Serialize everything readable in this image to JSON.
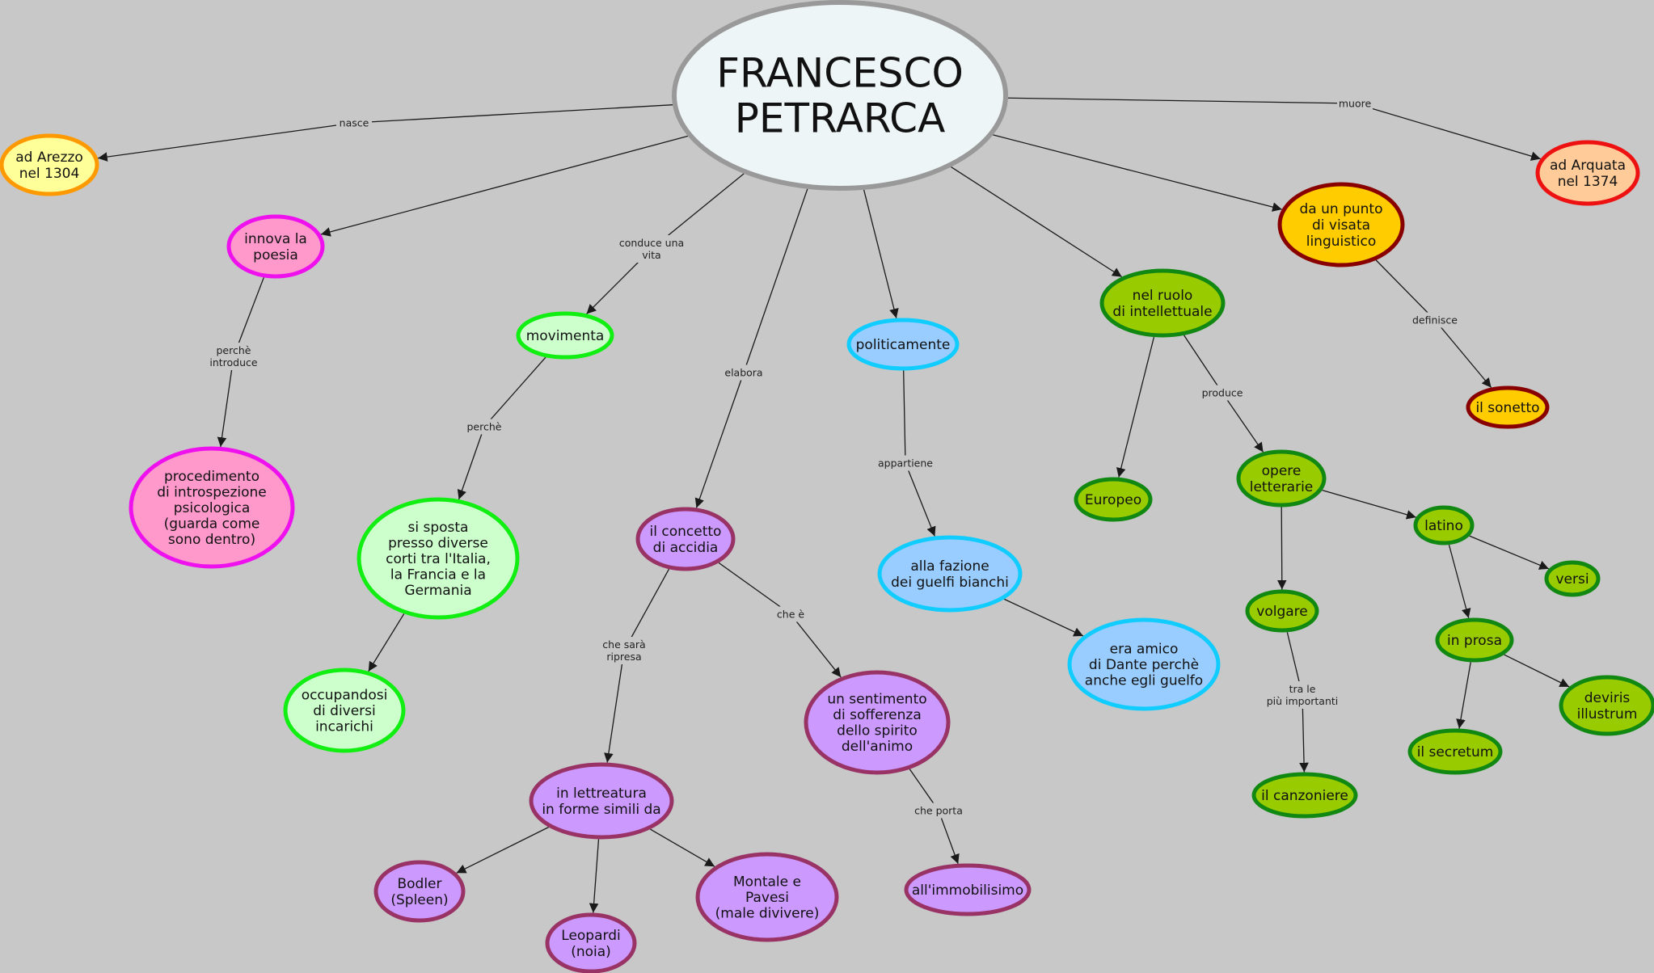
{
  "title": "FRANCESCO PETRARCA",
  "colors": {
    "background": "#c8c8c8",
    "edge": "#1a1a1a"
  },
  "nodes": [
    {
      "id": "root",
      "lines": [
        "FRANCESCO",
        "PETRARCA"
      ],
      "fill": "#eef5f6",
      "stroke": "#999999"
    },
    {
      "id": "arezzo",
      "lines": [
        "ad Arezzo",
        "nel 1304"
      ],
      "fill": "#ffff99",
      "stroke": "#ff9900"
    },
    {
      "id": "arquata",
      "lines": [
        "ad Arquata",
        "nel 1374"
      ],
      "fill": "#ffcc99",
      "stroke": "#ee1111"
    },
    {
      "id": "innova",
      "lines": [
        "innova la",
        "poesia"
      ],
      "fill": "#ff99cc",
      "stroke": "#ee11ee"
    },
    {
      "id": "procedimento",
      "lines": [
        "procedimento",
        "di introspezione",
        "psicologica",
        "(guarda come",
        "sono dentro)"
      ],
      "fill": "#ff99cc",
      "stroke": "#ee11ee"
    },
    {
      "id": "movimenta",
      "lines": [
        "movimenta"
      ],
      "fill": "#ccffcc",
      "stroke": "#11ee11"
    },
    {
      "id": "sisposta",
      "lines": [
        "si sposta",
        "presso diverse",
        "corti tra l'Italia,",
        "la Francia e la",
        "Germania"
      ],
      "fill": "#ccffcc",
      "stroke": "#11ee11"
    },
    {
      "id": "occupandosi",
      "lines": [
        "occupandosi",
        "di diversi",
        "incarichi"
      ],
      "fill": "#ccffcc",
      "stroke": "#11ee11"
    },
    {
      "id": "accidia",
      "lines": [
        "il concetto",
        "di accidia"
      ],
      "fill": "#cc99ff",
      "stroke": "#993366"
    },
    {
      "id": "letteratura",
      "lines": [
        "in lettreatura",
        "in forme simili da"
      ],
      "fill": "#cc99ff",
      "stroke": "#993366"
    },
    {
      "id": "sofferenza",
      "lines": [
        "un sentimento",
        "di sofferenza",
        "dello spirito",
        "dell'animo"
      ],
      "fill": "#cc99ff",
      "stroke": "#993366"
    },
    {
      "id": "immobilisimo",
      "lines": [
        "all'immobilisimo"
      ],
      "fill": "#cc99ff",
      "stroke": "#993366"
    },
    {
      "id": "bodler",
      "lines": [
        "Bodler",
        "(Spleen)"
      ],
      "fill": "#cc99ff",
      "stroke": "#993366"
    },
    {
      "id": "leopardi",
      "lines": [
        "Leopardi",
        "(noia)"
      ],
      "fill": "#cc99ff",
      "stroke": "#993366"
    },
    {
      "id": "montale",
      "lines": [
        "Montale e",
        "Pavesi",
        "(male divivere)"
      ],
      "fill": "#cc99ff",
      "stroke": "#993366"
    },
    {
      "id": "politicamente",
      "lines": [
        "politicamente"
      ],
      "fill": "#99ccff",
      "stroke": "#11ccff"
    },
    {
      "id": "guelfi",
      "lines": [
        "alla fazione",
        "dei guelfi bianchi"
      ],
      "fill": "#99ccff",
      "stroke": "#11ccff"
    },
    {
      "id": "dante",
      "lines": [
        "era amico",
        "di Dante perchè",
        "anche egli guelfo"
      ],
      "fill": "#99ccff",
      "stroke": "#11ccff"
    },
    {
      "id": "ruolo",
      "lines": [
        "nel ruolo",
        "di intellettuale"
      ],
      "fill": "#99cc00",
      "stroke": "#118811"
    },
    {
      "id": "europeo",
      "lines": [
        "Europeo"
      ],
      "fill": "#99cc00",
      "stroke": "#118811"
    },
    {
      "id": "opere",
      "lines": [
        "opere",
        "letterarie"
      ],
      "fill": "#99cc00",
      "stroke": "#118811"
    },
    {
      "id": "volgare",
      "lines": [
        "volgare"
      ],
      "fill": "#99cc00",
      "stroke": "#118811"
    },
    {
      "id": "canzoniere",
      "lines": [
        "il canzoniere"
      ],
      "fill": "#99cc00",
      "stroke": "#118811"
    },
    {
      "id": "latino",
      "lines": [
        "latino"
      ],
      "fill": "#99cc00",
      "stroke": "#118811"
    },
    {
      "id": "versi",
      "lines": [
        "versi"
      ],
      "fill": "#99cc00",
      "stroke": "#118811"
    },
    {
      "id": "prosa",
      "lines": [
        "in prosa"
      ],
      "fill": "#99cc00",
      "stroke": "#118811"
    },
    {
      "id": "secretum",
      "lines": [
        "il secretum"
      ],
      "fill": "#99cc00",
      "stroke": "#118811"
    },
    {
      "id": "deviris",
      "lines": [
        "deviris",
        "illustrum"
      ],
      "fill": "#99cc00",
      "stroke": "#118811"
    },
    {
      "id": "linguistico",
      "lines": [
        "da un punto",
        "di visata",
        "linguistico"
      ],
      "fill": "#ffcc00",
      "stroke": "#880000"
    },
    {
      "id": "sonetto",
      "lines": [
        "il sonetto"
      ],
      "fill": "#ffcc00",
      "stroke": "#880000"
    }
  ],
  "edges": [
    {
      "from": "root",
      "to": "arezzo",
      "label": [
        "nasce"
      ]
    },
    {
      "from": "root",
      "to": "arquata",
      "label": [
        "muore"
      ]
    },
    {
      "from": "root",
      "to": "innova",
      "label": []
    },
    {
      "from": "innova",
      "to": "procedimento",
      "label": [
        "perchè",
        "introduce"
      ]
    },
    {
      "from": "root",
      "to": "movimenta",
      "label": [
        "conduce una",
        "vita"
      ]
    },
    {
      "from": "movimenta",
      "to": "sisposta",
      "label": [
        "perchè"
      ]
    },
    {
      "from": "sisposta",
      "to": "occupandosi",
      "label": []
    },
    {
      "from": "root",
      "to": "accidia",
      "label": [
        "elabora"
      ]
    },
    {
      "from": "accidia",
      "to": "letteratura",
      "label": [
        "che sarà",
        "ripresa"
      ]
    },
    {
      "from": "accidia",
      "to": "sofferenza",
      "label": [
        "che è"
      ]
    },
    {
      "from": "sofferenza",
      "to": "immobilisimo",
      "label": [
        "che porta"
      ]
    },
    {
      "from": "letteratura",
      "to": "bodler",
      "label": []
    },
    {
      "from": "letteratura",
      "to": "leopardi",
      "label": []
    },
    {
      "from": "letteratura",
      "to": "montale",
      "label": []
    },
    {
      "from": "root",
      "to": "politicamente",
      "label": []
    },
    {
      "from": "politicamente",
      "to": "guelfi",
      "label": [
        "appartiene"
      ]
    },
    {
      "from": "guelfi",
      "to": "dante",
      "label": []
    },
    {
      "from": "root",
      "to": "ruolo",
      "label": []
    },
    {
      "from": "ruolo",
      "to": "europeo",
      "label": []
    },
    {
      "from": "ruolo",
      "to": "opere",
      "label": [
        "produce"
      ]
    },
    {
      "from": "opere",
      "to": "volgare",
      "label": []
    },
    {
      "from": "volgare",
      "to": "canzoniere",
      "label": [
        "tra le",
        "più importanti"
      ]
    },
    {
      "from": "opere",
      "to": "latino",
      "label": []
    },
    {
      "from": "latino",
      "to": "versi",
      "label": []
    },
    {
      "from": "latino",
      "to": "prosa",
      "label": []
    },
    {
      "from": "prosa",
      "to": "secretum",
      "label": []
    },
    {
      "from": "prosa",
      "to": "deviris",
      "label": []
    },
    {
      "from": "root",
      "to": "linguistico",
      "label": []
    },
    {
      "from": "linguistico",
      "to": "sonetto",
      "label": [
        "definisce"
      ]
    }
  ]
}
